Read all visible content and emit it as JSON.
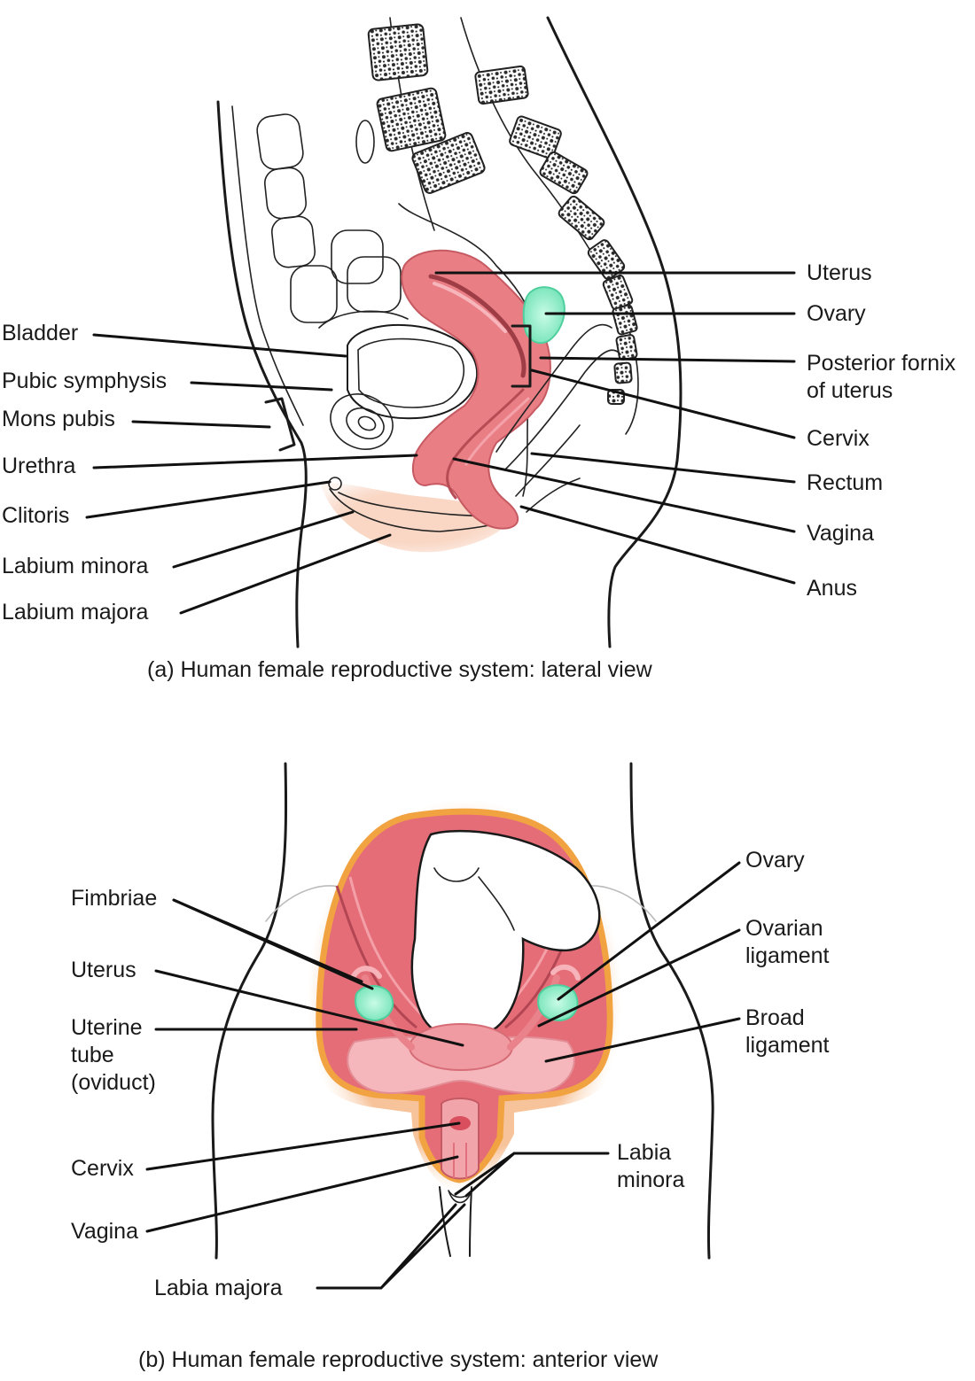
{
  "colors": {
    "uterus": "#e8737b",
    "uterus_light": "#f4a8ae",
    "vulva": "#f9d3c0",
    "ovary": "#9ef0cf",
    "fat": "#f2b24a",
    "bone": "#2a2a2a"
  },
  "lateral": {
    "caption": "(a) Human female reproductive system: lateral view",
    "labels_left": {
      "bladder": "Bladder",
      "pubic_symphysis": "Pubic symphysis",
      "mons_pubis": "Mons pubis",
      "urethra": "Urethra",
      "clitoris": "Clitoris",
      "labium_minora": "Labium minora",
      "labium_majora": "Labium majora"
    },
    "labels_right": {
      "uterus": "Uterus",
      "ovary": "Ovary",
      "posterior_fornix_1": "Posterior fornix",
      "posterior_fornix_2": "of uterus",
      "cervix": "Cervix",
      "rectum": "Rectum",
      "vagina": "Vagina",
      "anus": "Anus"
    }
  },
  "anterior": {
    "caption": "(b) Human female reproductive system: anterior view",
    "labels_left": {
      "fimbriae": "Fimbriae",
      "uterus": "Uterus",
      "uterine_tube_1": "Uterine",
      "uterine_tube_2": "tube",
      "uterine_tube_3": "(oviduct)",
      "cervix": "Cervix",
      "vagina": "Vagina",
      "labia_majora": "Labia majora"
    },
    "labels_right": {
      "ovary": "Ovary",
      "ovarian_ligament_1": "Ovarian",
      "ovarian_ligament_2": "ligament",
      "broad_ligament_1": "Broad",
      "broad_ligament_2": "ligament",
      "labia_minora_1": "Labia",
      "labia_minora_2": "minora"
    }
  }
}
